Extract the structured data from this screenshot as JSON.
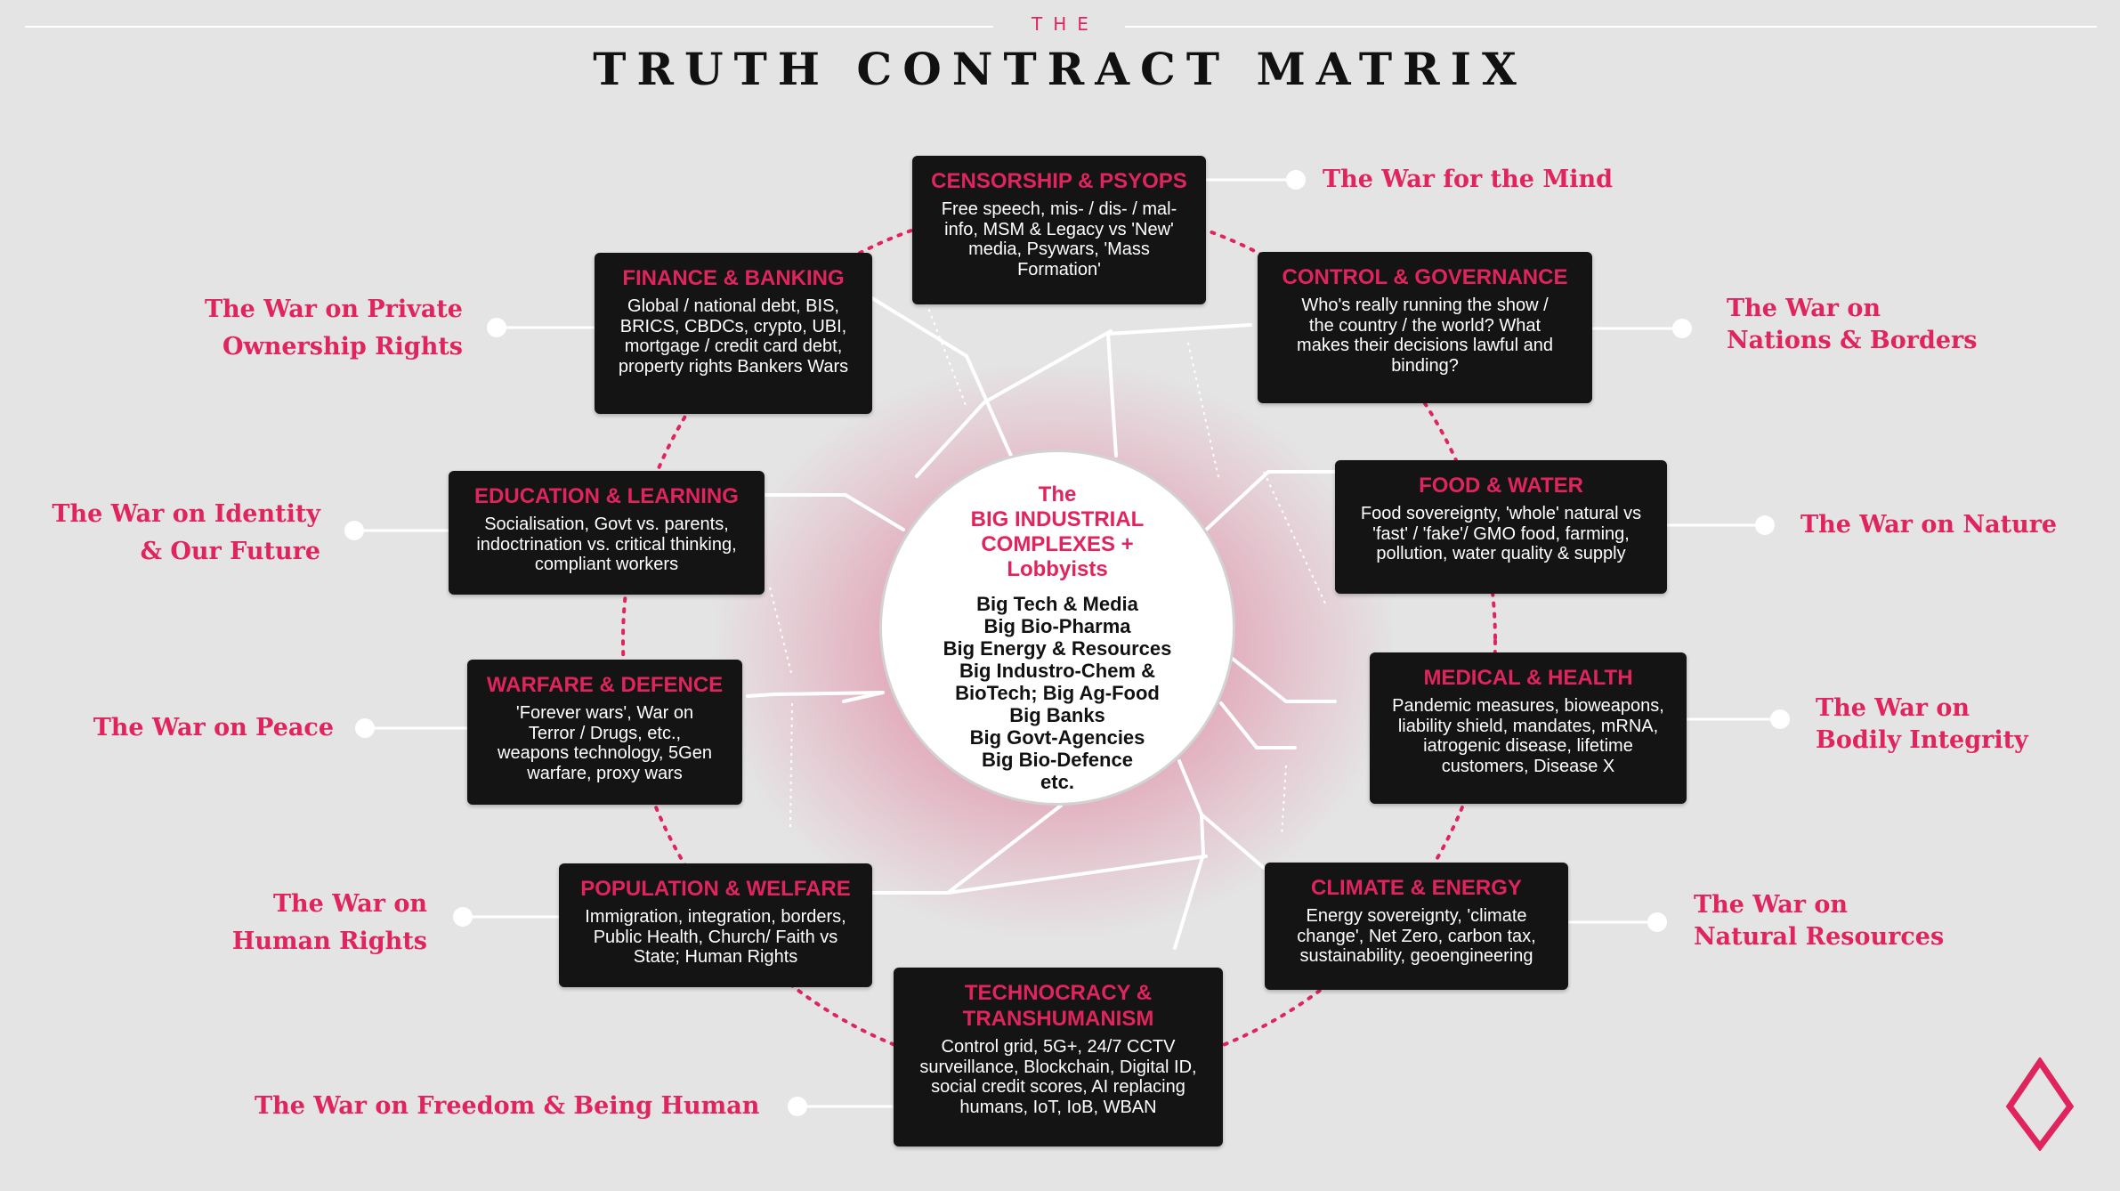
{
  "header": {
    "kicker": "THE",
    "title": "TRUTH CONTRACT MATRIX"
  },
  "colors": {
    "accent": "#e0245e",
    "box_background": "#141414",
    "page_background": "#e4e4e4"
  },
  "hub": {
    "title_lines": [
      "The",
      "BIG INDUSTRIAL",
      "COMPLEXES +",
      "Lobbyists"
    ],
    "items": [
      "Big Tech & Media",
      "Big Bio-Pharma",
      "Big Energy & Resources",
      "Big Industro-Chem &",
      "BioTech; Big Ag-Food",
      "Big Banks",
      "Big Govt-Agencies",
      "Big Bio-Defence",
      "etc."
    ]
  },
  "topics": [
    {
      "id": "censorship",
      "title": "CENSORSHIP & PSYOPS",
      "description": "Free speech, mis- / dis- / mal-info, MSM & Legacy vs 'New' media, Psywars, 'Mass Formation'",
      "war": [
        "The War for the Mind"
      ]
    },
    {
      "id": "control",
      "title": "CONTROL & GOVERNANCE",
      "description": "Who's really running the show / the country / the world? What makes their decisions lawful and binding?",
      "war": [
        "The War on",
        "Nations & Borders"
      ]
    },
    {
      "id": "food",
      "title": "FOOD & WATER",
      "description": "Food sovereignty, 'whole' natural vs 'fast' / 'fake'/ GMO food, farming, pollution, water quality & supply",
      "war": [
        "The War on Nature"
      ]
    },
    {
      "id": "medical",
      "title": "MEDICAL & HEALTH",
      "description": "Pandemic measures, bioweapons, liability shield, mandates, mRNA, iatrogenic disease, lifetime customers, Disease X",
      "war": [
        "The War on",
        "Bodily Integrity"
      ]
    },
    {
      "id": "climate",
      "title": "CLIMATE & ENERGY",
      "description": "Energy sovereignty, 'climate change', Net Zero, carbon tax, sustainability, geoengineering",
      "war": [
        "The War on",
        "Natural Resources"
      ]
    },
    {
      "id": "technocracy",
      "title": "TECHNOCRACY & TRANSHUMANISM",
      "description": "Control grid, 5G+, 24/7 CCTV surveillance, Blockchain, Digital ID, social credit scores, AI replacing humans, IoT, IoB, WBAN",
      "war": [
        "The War on Freedom & Being Human"
      ]
    },
    {
      "id": "population",
      "title": "POPULATION & WELFARE",
      "description": "Immigration, integration, borders, Public Health, Church/ Faith vs State; Human Rights",
      "war": [
        "The War on",
        "Human Rights"
      ]
    },
    {
      "id": "warfare",
      "title": "WARFARE & DEFENCE",
      "description": "'Forever wars', War on Terror / Drugs, etc., weapons technology, 5Gen warfare, proxy wars",
      "war": [
        "The War on Peace"
      ]
    },
    {
      "id": "education",
      "title": "EDUCATION & LEARNING",
      "description": "Socialisation, Govt vs. parents, indoctrination vs. critical thinking, compliant workers",
      "war": [
        "The War on Identity",
        "& Our Future"
      ]
    },
    {
      "id": "finance",
      "title": "FINANCE & BANKING",
      "description": "Global / national debt, BIS, BRICS, CBDCs, crypto, UBI, mortgage / credit card debt, property rights Bankers Wars",
      "war": [
        "The War on Private",
        "Ownership Rights"
      ]
    }
  ],
  "logo": {
    "icon": "diamond-logo-icon"
  }
}
